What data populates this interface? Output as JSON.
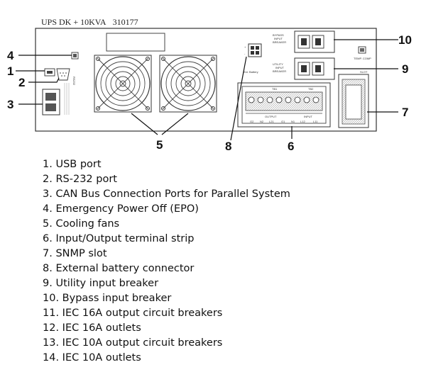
{
  "header": {
    "model": "UPS DK + 10KVA",
    "code": "310177"
  },
  "panel_labels": {
    "bypass_breaker": [
      "BYPASS",
      "INPUT",
      "BREAKER"
    ],
    "utility_breaker": [
      "UTILITY",
      "INPUT",
      "BREAKER"
    ],
    "temp_comp": "TEMP. COMP",
    "slot": "SLOT",
    "ext_battery": "Ext. Battery",
    "rs232": "RS232",
    "tb1": "TB1",
    "tb2": "TB2",
    "output": "OUTPUT",
    "input": "INPUT",
    "terminals": [
      "G2",
      "N2",
      "L21",
      "G1",
      "N1",
      "L12",
      "L11"
    ],
    "plus": "+",
    "minus": "-"
  },
  "callouts": [
    "1",
    "2",
    "3",
    "4",
    "5",
    "6",
    "7",
    "8",
    "9",
    "10"
  ],
  "legend": [
    {
      "num": "1.",
      "text": "USB port"
    },
    {
      "num": "2.",
      "text": "RS-232 port"
    },
    {
      "num": "3.",
      "text": "CAN Bus Connection Ports for Parallel System"
    },
    {
      "num": "4.",
      "text": "Emergency Power Off (EPO)"
    },
    {
      "num": "5.",
      "text": "Cooling fans"
    },
    {
      "num": "6.",
      "text": "Input/Output terminal strip"
    },
    {
      "num": "7.",
      "text": "SNMP slot"
    },
    {
      "num": "8.",
      "text": "External battery connector"
    },
    {
      "num": "9.",
      "text": "Utility input breaker"
    },
    {
      "num": "10.",
      "text": "Bypass input breaker"
    },
    {
      "num": "11.",
      "text": "IEC 16A output circuit breakers"
    },
    {
      "num": "12.",
      "text": "IEC 16A outlets"
    },
    {
      "num": "13.",
      "text": "IEC 10A output circuit breakers"
    },
    {
      "num": "14.",
      "text": "IEC 10A outlets"
    }
  ]
}
